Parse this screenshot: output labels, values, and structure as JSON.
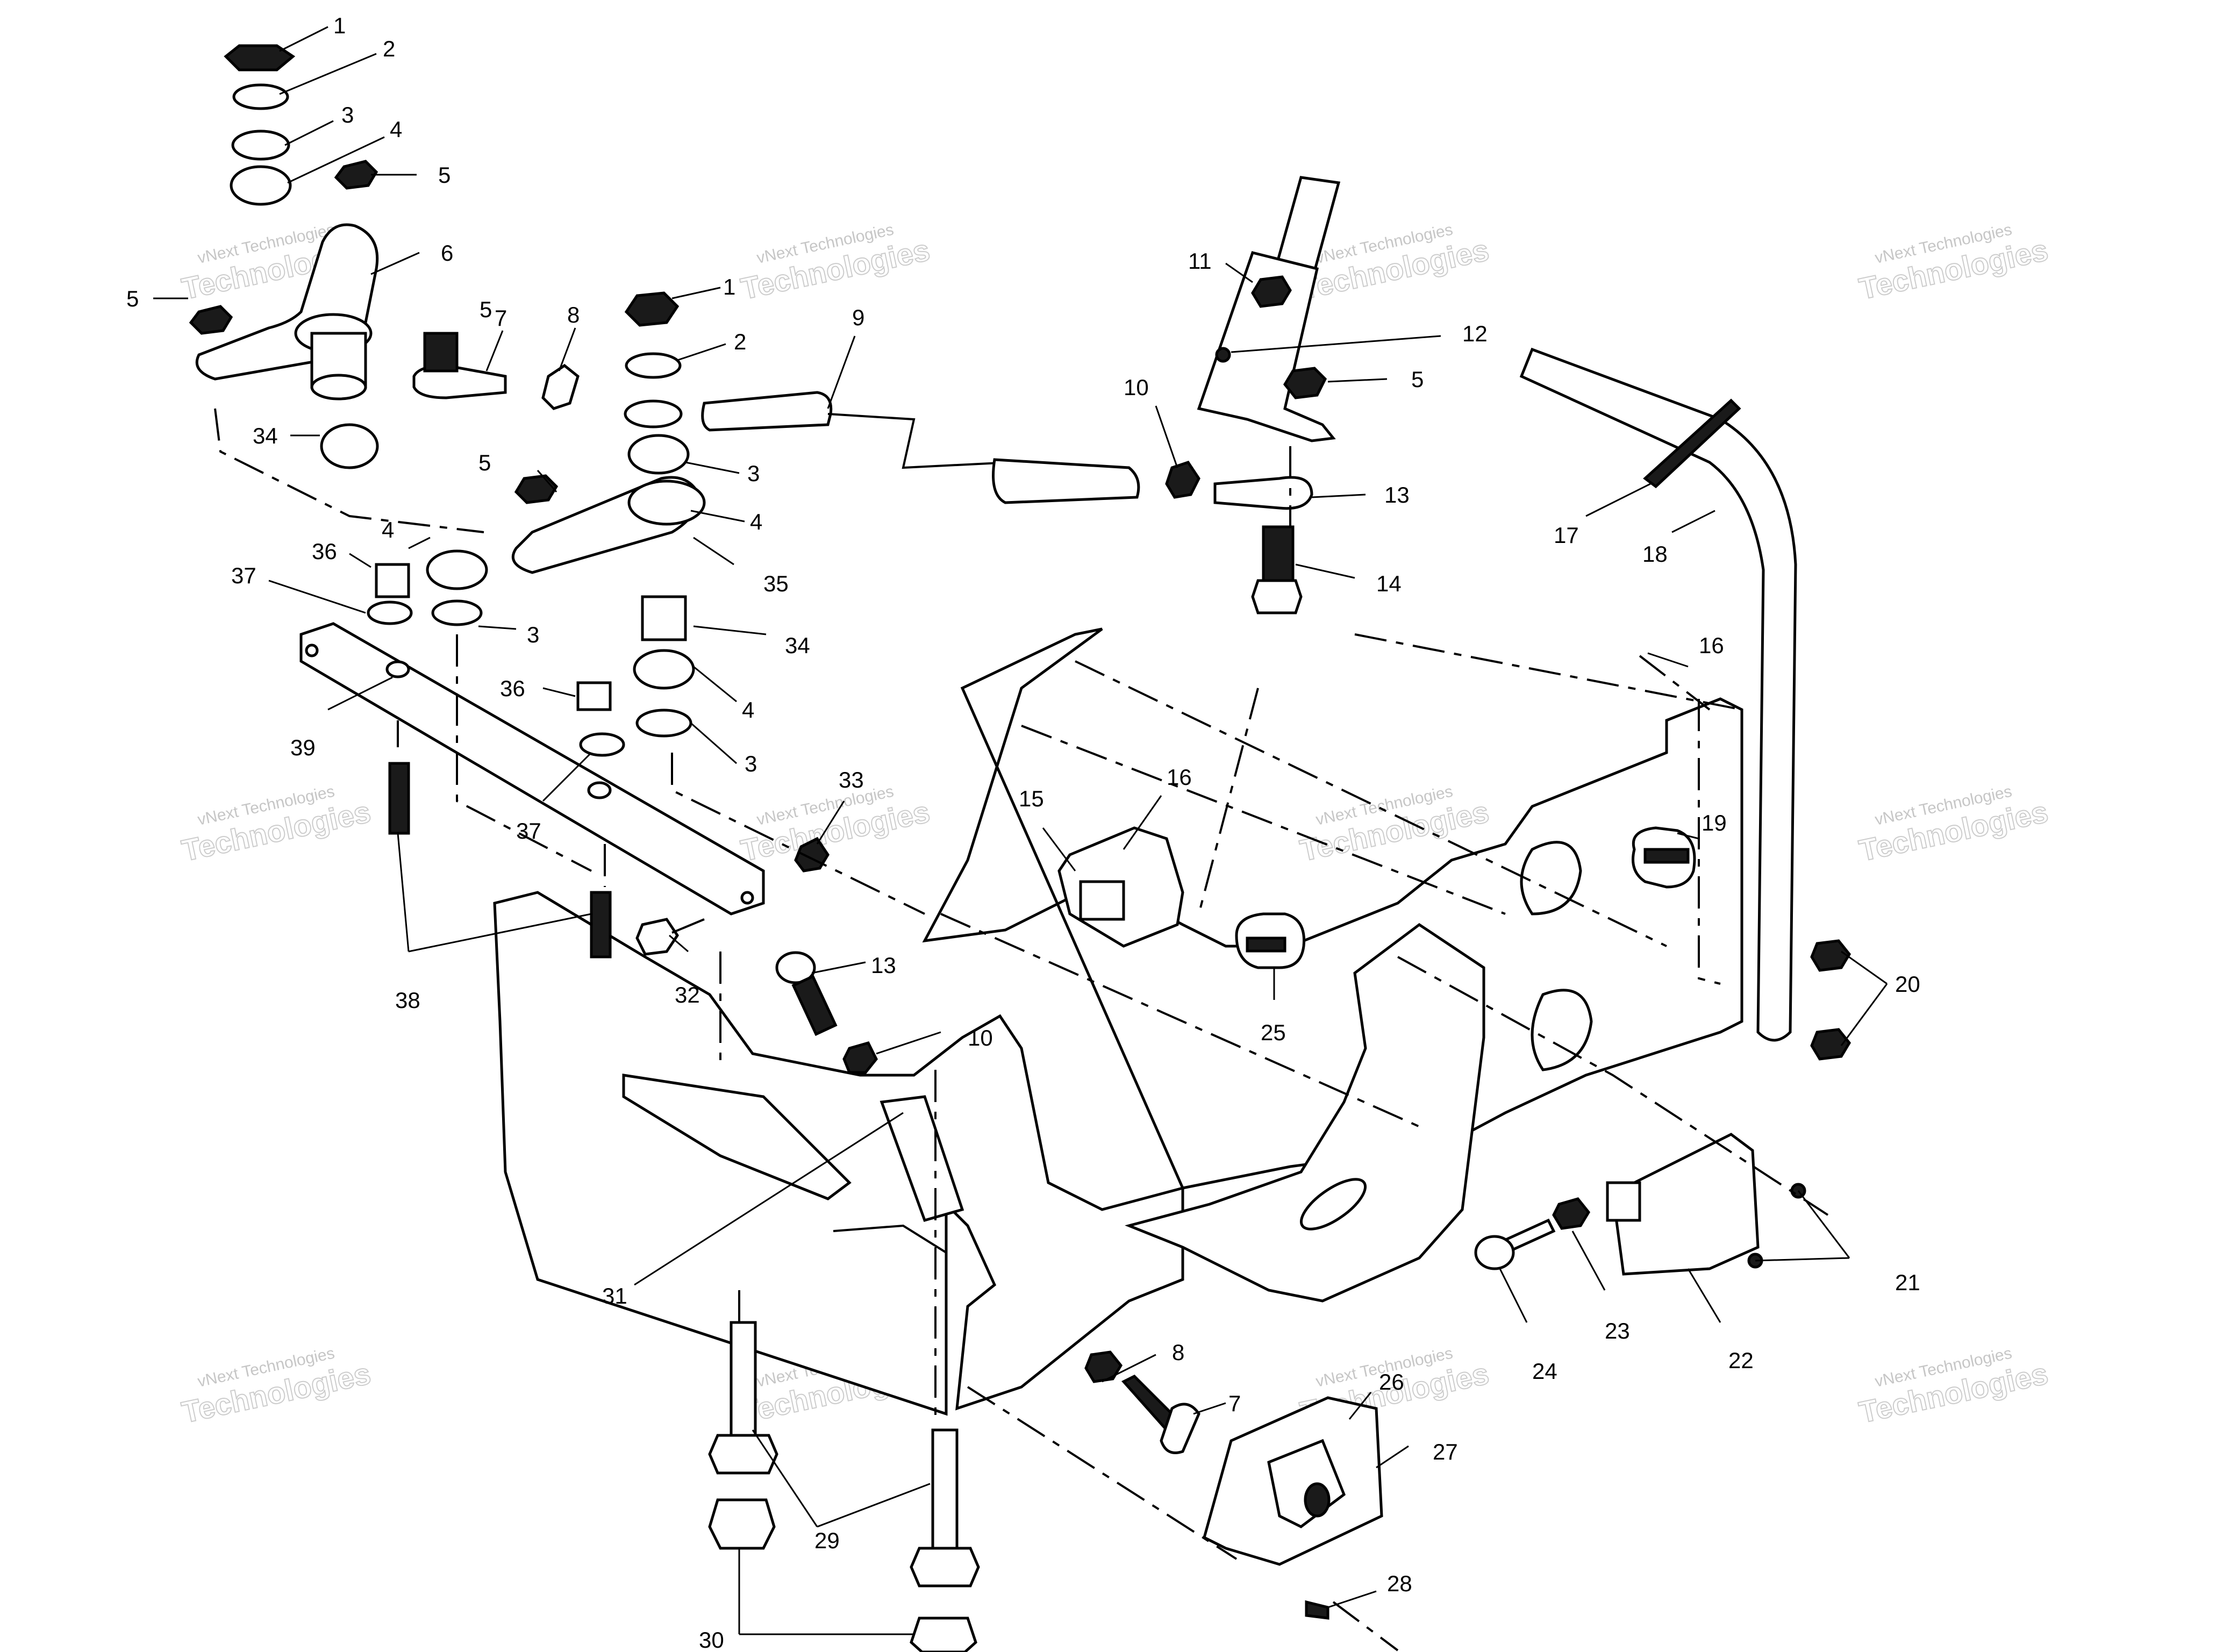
{
  "watermark": {
    "line1": "vNext Technologies",
    "line2": "Technologies"
  },
  "callouts": [
    "1",
    "2",
    "3",
    "4",
    "5",
    "5",
    "6",
    "5",
    "7",
    "8",
    "1",
    "2",
    "9",
    "34",
    "5",
    "3",
    "4",
    "35",
    "36",
    "4",
    "37",
    "3",
    "34",
    "39",
    "36",
    "4",
    "37",
    "3",
    "33",
    "38",
    "32",
    "13",
    "10",
    "31",
    "11",
    "12",
    "5",
    "10",
    "13",
    "14",
    "17",
    "18",
    "16",
    "15",
    "16",
    "19",
    "25",
    "20",
    "21",
    "23",
    "22",
    "24",
    "8",
    "26",
    "27",
    "7",
    "29",
    "28",
    "30"
  ]
}
